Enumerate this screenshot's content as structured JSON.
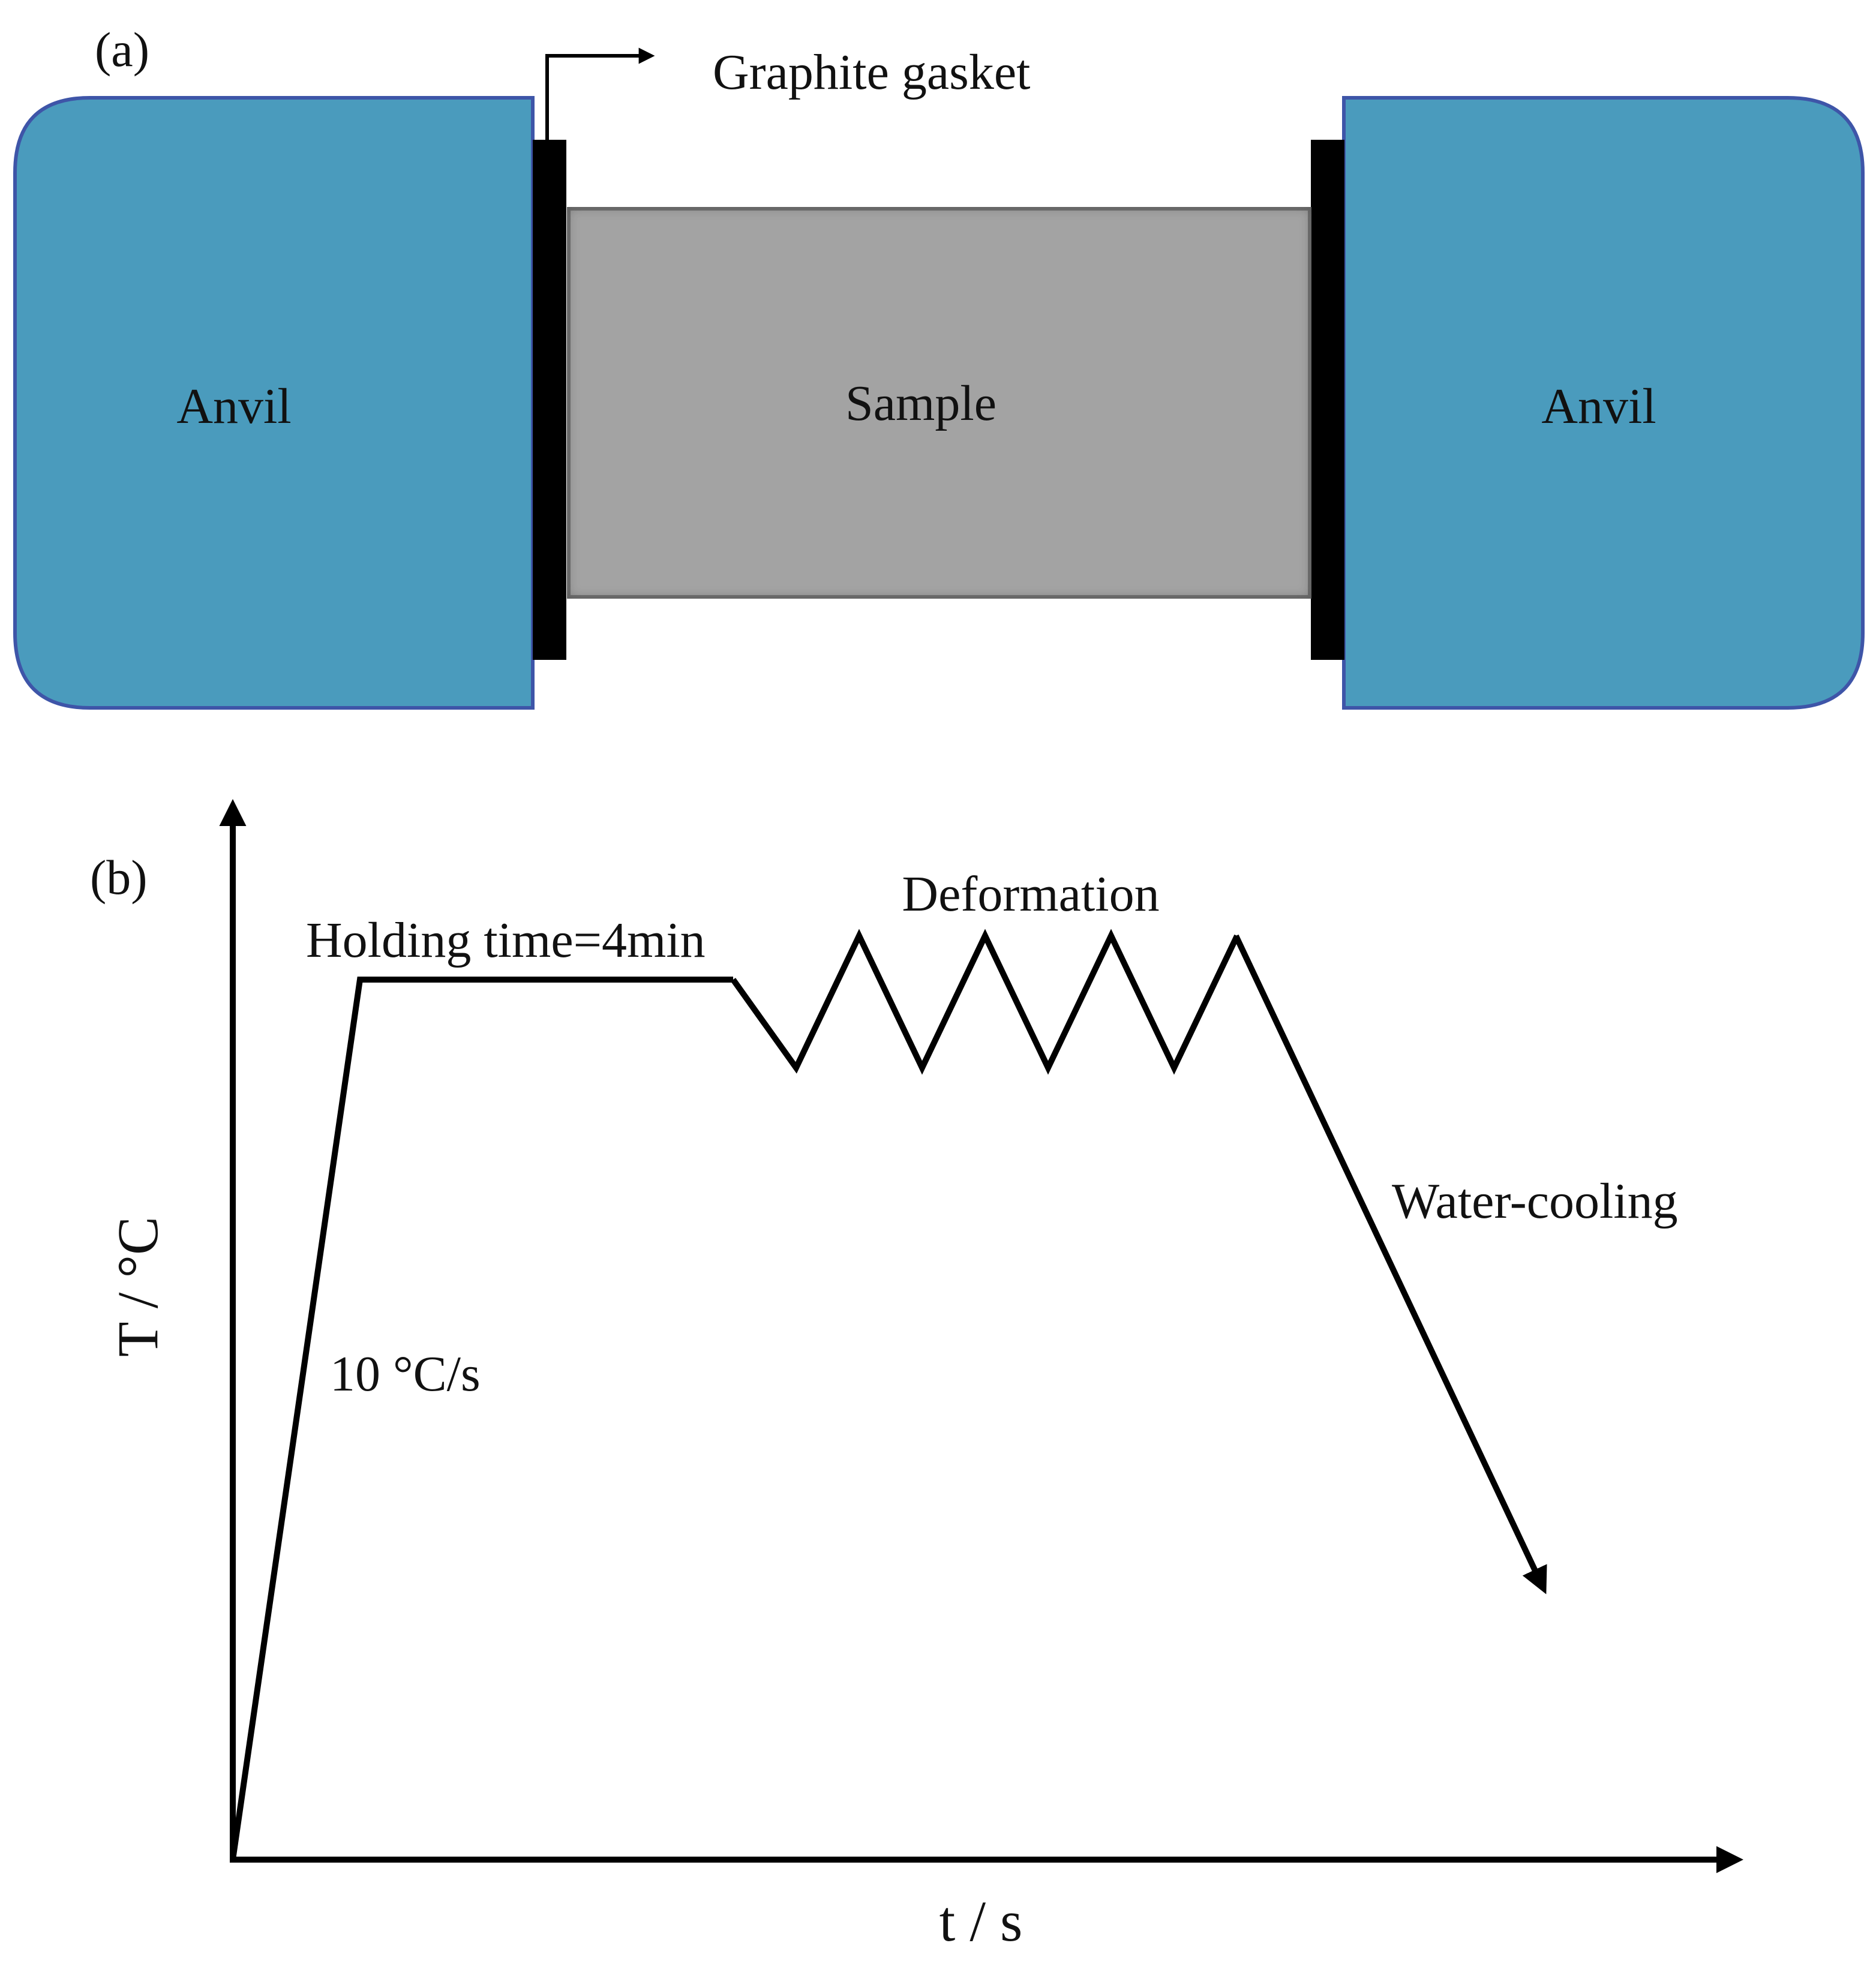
{
  "panel_a": {
    "label": "(a)",
    "gasket_label": "Graphite gasket",
    "left_anvil_label": "Anvil",
    "sample_label": "Sample",
    "right_anvil_label": "Anvil",
    "colors": {
      "anvil_fill": "#4a9bbd",
      "anvil_stroke": "#3e55a8",
      "sample_fill": "#a3a3a3",
      "sample_stroke": "#6f6f6f",
      "gasket_fill": "#000000"
    }
  },
  "panel_b": {
    "label": "(b)",
    "y_axis_label": "T / °C",
    "x_axis_label": "t / s",
    "heating_rate_label": "10 °C/s",
    "holding_label": "Holding time=4min",
    "deformation_label": "Deformation",
    "cooling_label": "Water-cooling",
    "deformation_cycles": 4
  }
}
